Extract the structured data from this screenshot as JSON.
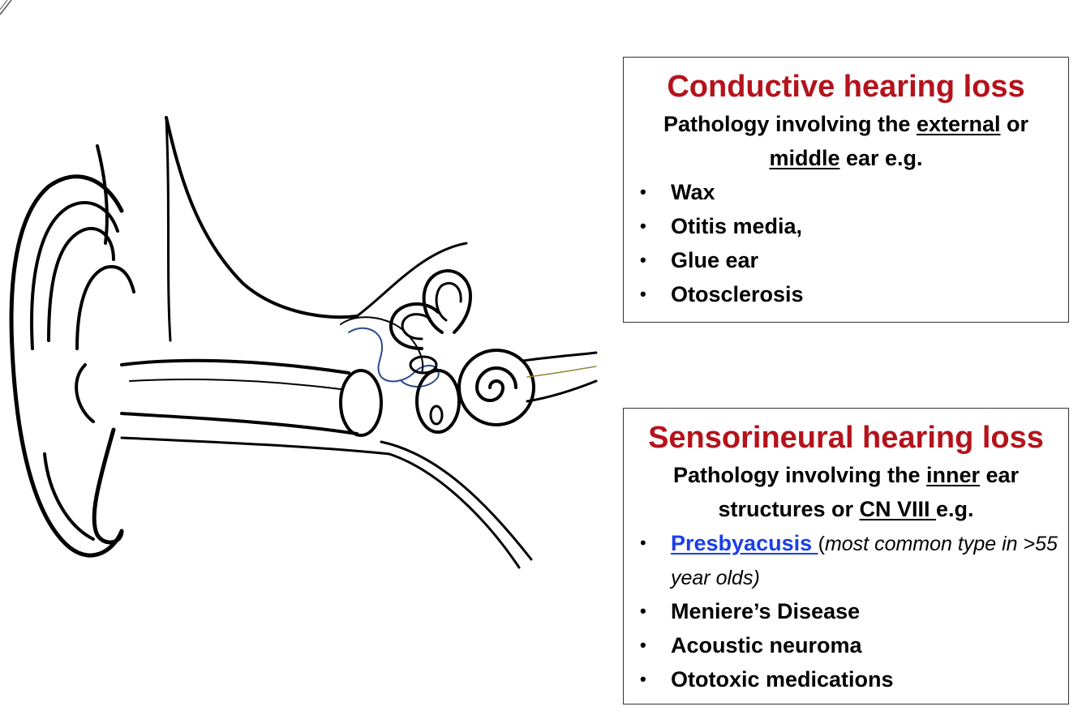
{
  "colors": {
    "title_red": "#b5121b",
    "link_blue": "#1a3ee8"
  },
  "conductive": {
    "title": "Conductive hearing loss",
    "desc_prefix": "Pathology involving the ",
    "desc_word1": "external",
    "desc_middle": " or ",
    "desc_word2": "middle",
    "desc_suffix": " ear e.g.",
    "items": [
      "Wax",
      "Otitis media,",
      "Glue ear",
      "Otosclerosis"
    ]
  },
  "sensorineural": {
    "title": "Sensorineural hearing loss",
    "desc_prefix": "Pathology involving the ",
    "desc_word1": "inner",
    "desc_middle": " ear structures or ",
    "desc_word2": "CN VIII ",
    "desc_suffix": "e.g.",
    "link_item": "Presbyacusis ",
    "link_note_paren_open": "(",
    "link_note": "most common type in >55 year olds)",
    "items": [
      "Meniere’s Disease",
      "Acoustic neuroma",
      "Ototoxic medications"
    ]
  }
}
